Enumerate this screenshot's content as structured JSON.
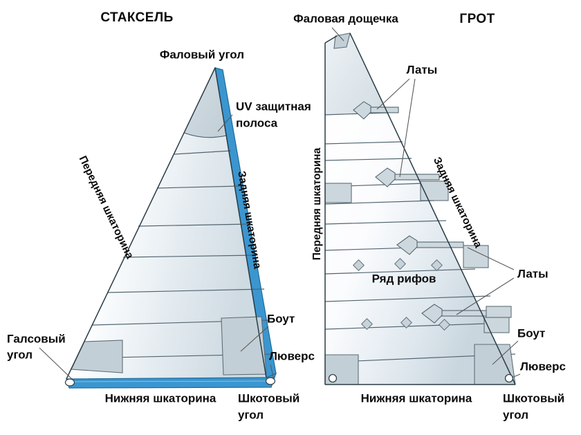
{
  "diagram": {
    "kind": "sail-parts-diagram",
    "language": "ru",
    "background_color": "#ffffff",
    "accent_color": "#3b96cf",
    "sail_fill_color": "#e9eff3",
    "patch_color": "#c3cfd6",
    "outline_color": "#2a3b45"
  },
  "jib": {
    "title": "СТАКСЕЛЬ",
    "labels": {
      "head": "Фаловый угол",
      "uv_strip_line1": "UV защитная",
      "uv_strip_line2": "полоса",
      "luff": "Передняя шкаторина",
      "leech": "Задняя шкаторина",
      "tack_line1": "Галсовый",
      "tack_line2": "угол",
      "foot": "Нижняя шкаторина",
      "clew_line1": "Шкотовый",
      "clew_line2": "угол",
      "bolt": "Боут",
      "cringle": "Люверс"
    }
  },
  "mainsail": {
    "title": "ГРОТ",
    "labels": {
      "headboard": "Фаловая дощечка",
      "battens_top": "Латы",
      "battens_bottom": "Латы",
      "luff": "Передняя шкаторина",
      "leech": "Задняя шкаторина",
      "reef_row": "Ряд рифов",
      "foot": "Нижняя шкаторина",
      "clew_line1": "Шкотовый",
      "clew_line2": "угол",
      "bolt": "Боут",
      "cringle": "Люверс"
    }
  },
  "icons": {
    "grommet": "grommet-ring-icon",
    "batten": "batten-pocket-icon",
    "reef_point": "reef-point-icon"
  }
}
